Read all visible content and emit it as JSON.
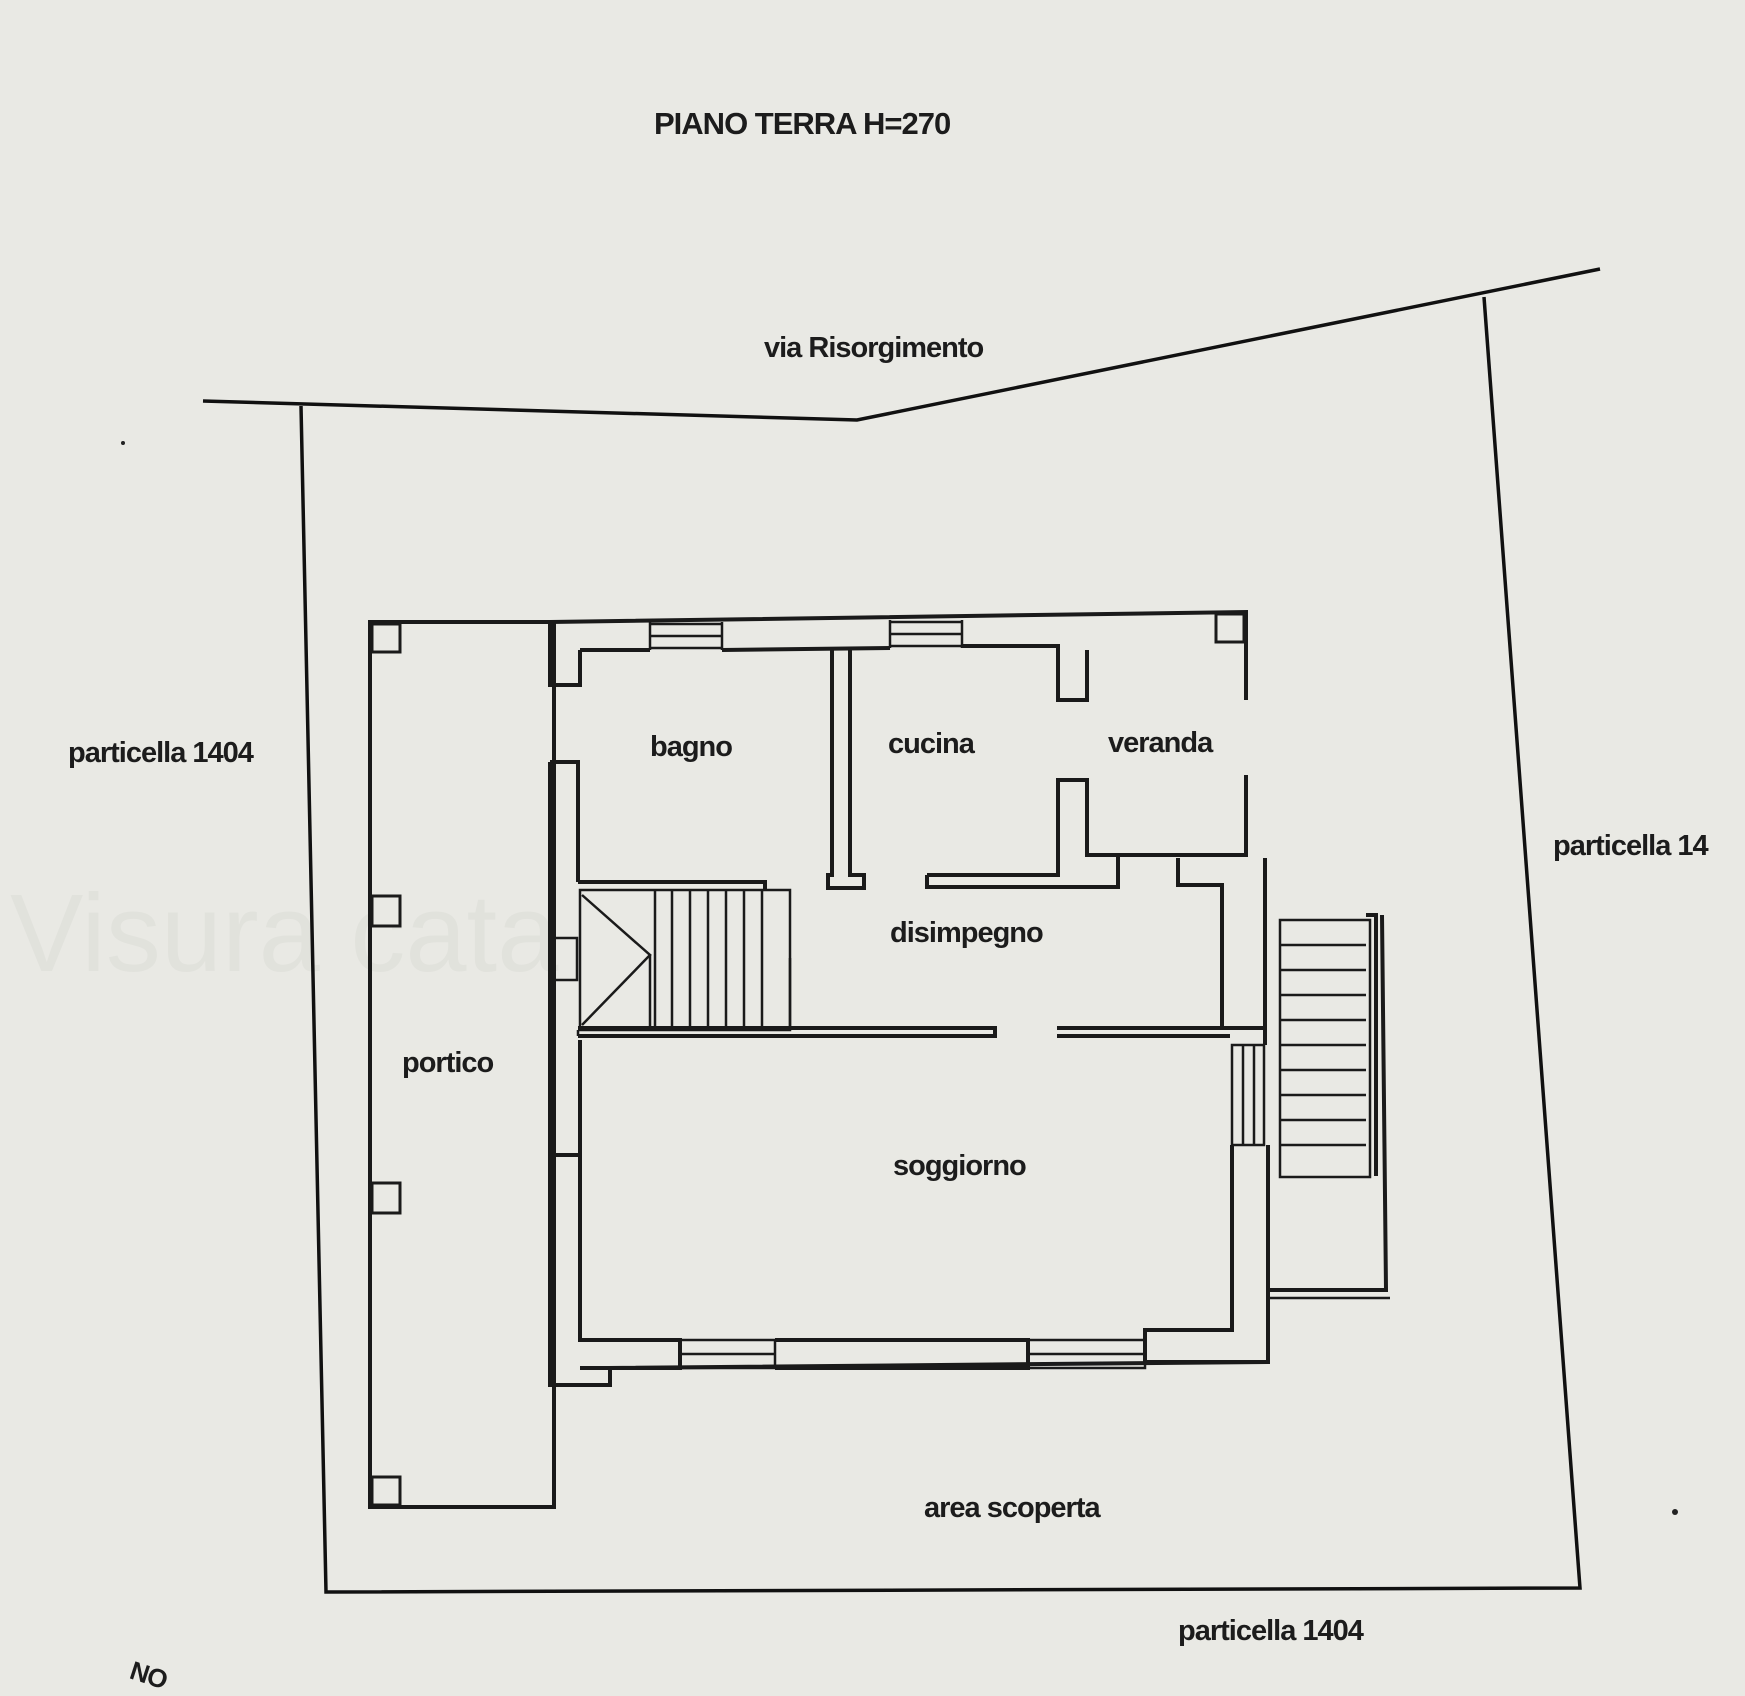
{
  "title": "PIANO TERRA H=270",
  "street": "via Risorgimento",
  "neighbors": {
    "west": "particella 1404",
    "east": "particella 14",
    "south": "particella 1404"
  },
  "rooms": {
    "bathroom": "bagno",
    "kitchen": "cucina",
    "veranda": "veranda",
    "hallway": "disimpegno",
    "porch": "portico",
    "living": "soggiorno"
  },
  "open_area": "area scoperta",
  "corner_fragment": "NO",
  "watermark": "Visura cata",
  "colors": {
    "paper": "#e9e9e4",
    "ink": "#1a1a1a"
  }
}
